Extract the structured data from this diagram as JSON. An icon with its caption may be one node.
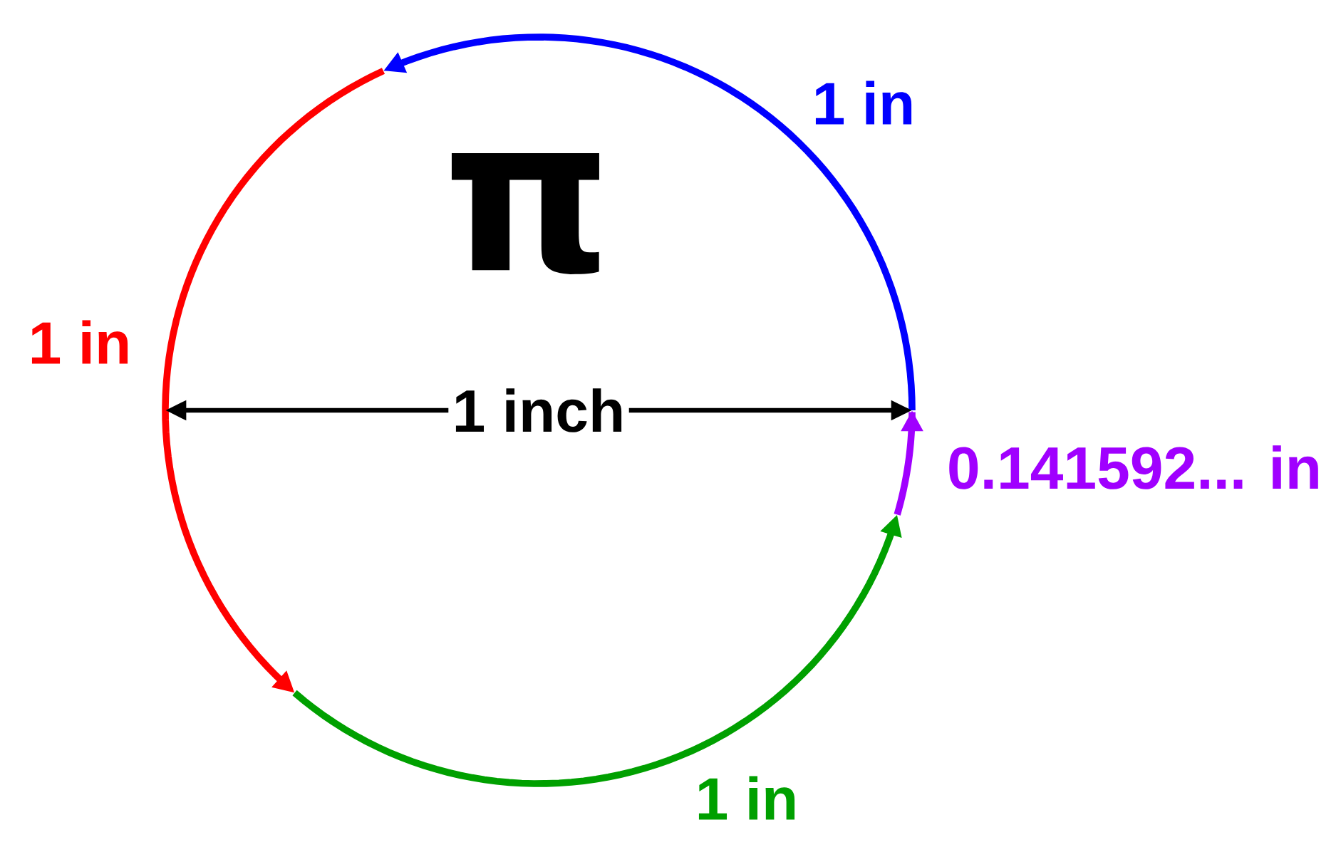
{
  "diagram": {
    "labels": [
      "1 in",
      "π",
      "1 in",
      "1 inch",
      "0.141592... in",
      "1 in"
    ]
  }
}
